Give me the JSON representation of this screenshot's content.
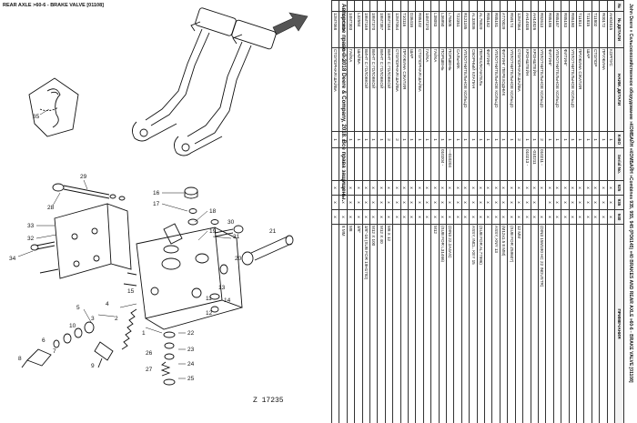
{
  "diagram": {
    "caption": "REAR AXLE >60-6 - BRAKE VALVE [01108]",
    "figure_no": "Z 17235",
    "callouts": [
      "35",
      "28",
      "29",
      "33",
      "32",
      "34",
      "31",
      "16",
      "17",
      "18",
      "19",
      "30",
      "20",
      "21",
      "1",
      "2",
      "3",
      "4",
      "5",
      "6",
      "7",
      "8",
      "9",
      "10",
      "11",
      "12",
      "13",
      "14",
      "15",
      "22",
      "23",
      "24",
      "25",
      "26",
      "27"
    ]
  },
  "table": {
    "header_line": "John Deere » Сельскохозяйственное оборудование »КОМБАЙН »КОМБАЙН »Combines 935, 955, 945 (PO6145) »40 BRAKES AND REAR AXLE »60-6 - BRAKE VALVE [01108]",
    "columns": [
      "№",
      "№ ДЕТАЛИ",
      "НАИМ. ДЕТАЛИ",
      "К-ВО",
      "Serial No.",
      "925",
      "935",
      "940",
      "ПРИМЕЧАНИЯ"
    ],
    "rows": [
      [
        "",
        "AH04815",
        "КОРПУС",
        "1",
        "",
        "x",
        "x",
        "x",
        ""
      ],
      [
        "",
        "R00172",
        "ПРУЖИНА",
        "1",
        "",
        "x",
        "x",
        "x",
        ""
      ],
      [
        "",
        "T11802",
        "СТОПОР",
        "1",
        "",
        "x",
        "x",
        "x",
        ""
      ],
      [
        "",
        "T11815",
        "ШАР",
        "1",
        "",
        "x",
        "x",
        "x",
        ""
      ],
      [
        "",
        "T11814",
        "ПРУЖИНА СЖАТИЯ",
        "1",
        "",
        "x",
        "x",
        "x",
        ""
      ],
      [
        "",
        "R85180",
        "УПЛОТНИТЕЛЬНОЕ КОЛЬЦО",
        "1",
        "",
        "x",
        "x",
        "x",
        ""
      ],
      [
        "",
        "R85183",
        "ФИТИНГ",
        "1",
        "",
        "x",
        "x",
        "x",
        ""
      ],
      [
        "",
        "R85187",
        "УПЛОТНИТЕЛЬНОЕ КОЛЬЦО",
        "1",
        "",
        "x",
        "x",
        "x",
        ""
      ],
      [
        "",
        "R85186",
        "ФИТИНГ",
        "1",
        "",
        "x",
        "x",
        "x",
        ""
      ],
      [
        "",
        "R82613",
        "УПЛОТНИТЕЛЬНОЕ КОЛЬЦО",
        "2",
        "010211 -",
        "x",
        "",
        "x",
        "(DIN3 15M190 НС 22 INDUSTR)"
      ],
      [
        "",
        "AH14826",
        "КРОНШТЕЙН",
        "1",
        "-010211",
        "x",
        "x",
        "x",
        ""
      ],
      [
        "",
        "AH14838",
        "КРОНШТЕЙН",
        "1",
        "010213 -",
        "x",
        "x",
        "x",
        ""
      ],
      [
        "",
        "12M7064",
        "СТОПОРНАЯ ШАЙБА",
        "2",
        "",
        "x",
        "x",
        "x",
        "12 MM"
      ],
      [
        "",
        "R59174",
        "УПЛОТНИТЕЛЬНОЕ КОЛЬЦО",
        "1",
        "",
        "x",
        "x",
        "x",
        "(SUB FOR Z59607)"
      ],
      [
        "",
        "AT70029",
        "ФИТИНГ ПЕРЕХОДНИК",
        "1",
        "",
        "x",
        "x",
        "x",
        "(M12x1.5 8 MM)"
      ],
      [
        "",
        "R85181",
        "УПЛОТНИТЕЛЬНОЕ КОЛЬЦО",
        "1",
        "",
        "x",
        "x",
        "x",
        "ASSY, KNY 13"
      ],
      [
        "",
        "R85182",
        "ФИТИНГ",
        "1",
        "",
        "x",
        "x",
        "x",
        ""
      ],
      [
        "",
        "AL78929",
        "ПЕРЕКЛЮЧАТЕЛЬ",
        "1",
        "",
        "x",
        "x",
        "x",
        "(SUB FOR AL77996)"
      ],
      [
        "",
        "AL33936",
        "СБОРНЫЙ КЛАПАН",
        "1",
        "",
        "x",
        "x",
        "x",
        "ASSY, INCL. KEY 15"
      ],
      [
        "",
        "R121185",
        "УПЛОТНИТЕЛЬНОЕ КОЛЬЦО",
        "1",
        "",
        "x",
        "x",
        "x",
        ""
      ],
      [
        "",
        "T22351",
        "САЛЬНИК",
        "1",
        "",
        "x",
        "x",
        "x",
        ""
      ],
      [
        "",
        "L76505",
        "ПОРШЕНЬ",
        "1",
        "—010204",
        "x",
        "x",
        "x",
        "(DIN3 22.2A4AS)"
      ],
      [
        "",
        "L36950",
        "ПОРШЕНЬ",
        "1",
        "010204 -",
        "x",
        "x",
        "x",
        "(SUB FOR L31466)"
      ],
      [
        "",
        "L38083",
        "ГАЙКА",
        "1",
        "",
        "x",
        "x",
        "x",
        "M12"
      ],
      [
        "",
        "14M7370",
        "ГАЙКА",
        "1",
        "",
        "x",
        "x",
        "x",
        ""
      ],
      [
        "",
        "R85102",
        "СТОПОРНАЯ ШАЙБА",
        "1",
        "",
        "x",
        "x",
        "x",
        ""
      ],
      [
        "",
        "D36416",
        "ШАР",
        "1",
        "",
        "x",
        "x",
        "x",
        ""
      ],
      [
        "",
        "T10116",
        "ПРУЖИНА СЖАТИЯ",
        "1",
        "",
        "x",
        "x",
        "x",
        ""
      ],
      [
        "",
        "12M7064",
        "СТОПОРНАЯ ШАЙБА",
        "2",
        "",
        "x",
        "x",
        "x",
        ""
      ],
      [
        "",
        "19M7184",
        "ВИНТ С ГОЛОВКОЙ",
        "2",
        "",
        "x",
        "x",
        "x",
        "M8 X 12"
      ],
      [
        "",
        "19M7387",
        "ВИНТ С ГОЛОВКОЙ",
        "1",
        "",
        "x",
        "x",
        "x",
        "M12 X 40"
      ],
      [
        "",
        "19M7370",
        "ВИНТ С ГОЛОВКОЙ",
        "1",
        "",
        "x",
        "x",
        "x",
        "M12 X 100"
      ],
      [
        "",
        "19M7169",
        "ВИНТ С ГОЛОВКОЙ",
        "1",
        "",
        "x",
        "x",
        "x",
        "3/8\"-16 (SUB FOR 19H1792)"
      ],
      [
        "",
        "L32584",
        "ШАЙБА",
        "1",
        "",
        "x",
        "x",
        "x",
        "3/8\""
      ],
      [
        "",
        "14M7303",
        "ГАЙКА",
        "1",
        "",
        "x",
        "x",
        "x",
        "M8"
      ],
      [
        "",
        "14M7305",
        "ГАЙКА",
        "1",
        "",
        "x",
        "x",
        "x",
        "8 MM"
      ],
      [
        "",
        "12M7068",
        "СТОПОРНАЯ ШАЙБА",
        "1",
        "",
        "x",
        "x",
        "x",
        ""
      ]
    ]
  },
  "copyright": "Авторское право © 2018 Deere & Company, 2018. Все права защищены."
}
